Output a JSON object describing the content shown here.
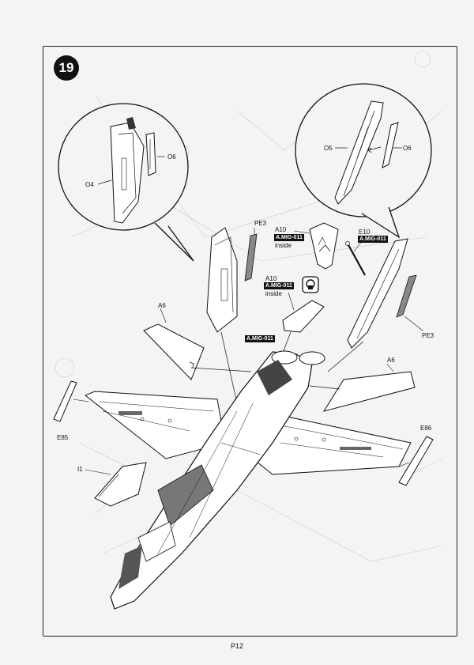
{
  "step": {
    "number": "19"
  },
  "paint_code": "A.MIG-011",
  "inside_note": "inside",
  "parts": {
    "o4": "O4",
    "o5": "O5",
    "o6_left": "O6",
    "o6_right": "O6",
    "pe3_left": "PE3",
    "pe3_right": "PE3",
    "a10_top": "A10",
    "a10_lower": "A10",
    "e10": "E10",
    "a6_left": "A6",
    "a6_right": "A6",
    "e85": "E85",
    "e86": "E86",
    "i1": "I1"
  },
  "page_number": "P12",
  "icons": [
    "glue-required-icon"
  ]
}
